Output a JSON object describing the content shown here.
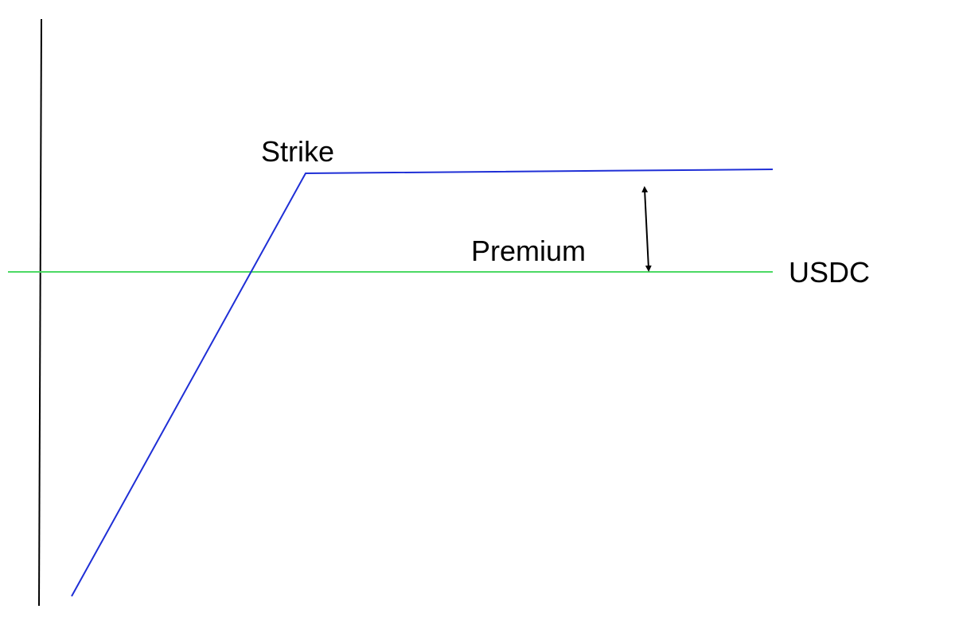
{
  "labels": {
    "strike": "Strike",
    "premium": "Premium",
    "usdc": "USDC"
  },
  "colors": {
    "background": "#ffffff",
    "axis": "#000000",
    "payoff_line": "#1f2fd6",
    "usdc_line": "#4cd964",
    "premium_arrow": "#000000",
    "text": "#000000"
  }
}
